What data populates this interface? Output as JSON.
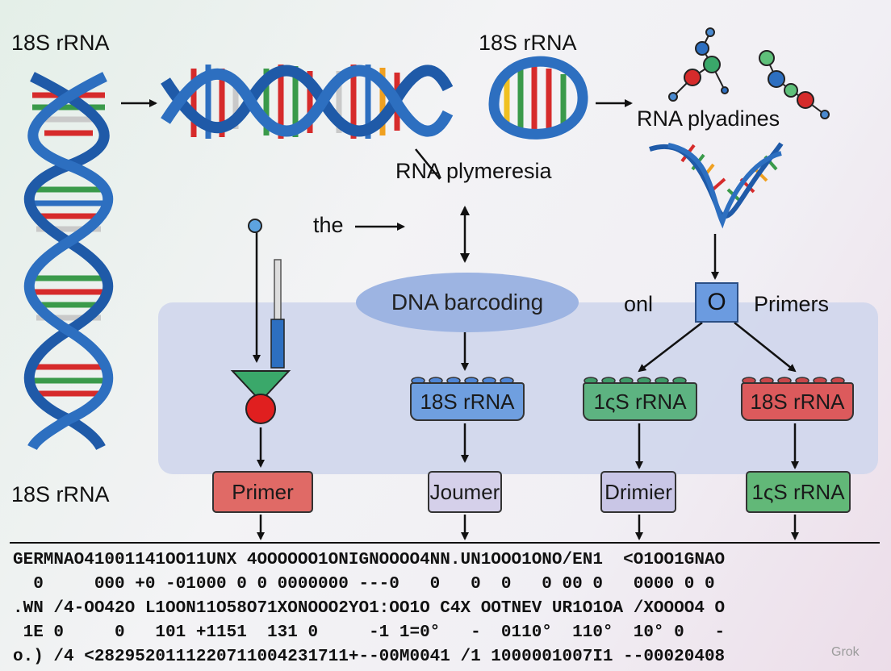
{
  "labels": {
    "top_left": "18S rRNA",
    "top_mid": "18S rRNA",
    "rna_plyadines": "RNA plyadines",
    "rna_plymeresia": "RNA plymeresia",
    "the": "the",
    "onl": "onl",
    "square": "O",
    "primers": "Primers",
    "bottom_left": "18S rRNA",
    "dna_barcoding": "DNA barcoding"
  },
  "cylinders": [
    {
      "label": "18S rRNA",
      "color": "#6f9fe0"
    },
    {
      "label": "1ςS rRNA",
      "color": "#5db381"
    },
    {
      "label": "18S rRNA",
      "color": "#dc5a5c"
    }
  ],
  "bottom_boxes": [
    {
      "label": "Primer",
      "color": "#e06a66"
    },
    {
      "label": "Joumer",
      "color": "#d5d0ea"
    },
    {
      "label": "Drimier",
      "color": "#c9c6e6"
    },
    {
      "label": "1ςS rRNA",
      "color": "#62b878"
    }
  ],
  "code_lines": [
    "GERMNAO41001141OO11UNX 4OOOOOO1ONIGNOOOO4NN.UN1OOO1ONO/EN1  <O1OO1GNAO",
    "  0     000 +0 -01000 0 0 0000000 ---0   0   0  0   0 00 0   0000 0 0",
    ".WN /4-OO42O L1OON11O58O71XONOOO2YO1:OO1O C4X OOTNEV UR1O1OA /XOOOO4 O",
    " 1E 0     0   101 +1151  131 0     -1 1=0°   -  0110°  110°  10° 0   -",
    "o.) /4 <2829520111220711004231711+--00M0041 /1 1000001007I1 --00020408"
  ],
  "watermark": "Grok",
  "colors": {
    "strand": "#2d6fc0",
    "panel": "#cfd6ec",
    "red": "#d62b2b",
    "green": "#3a9a4a"
  }
}
